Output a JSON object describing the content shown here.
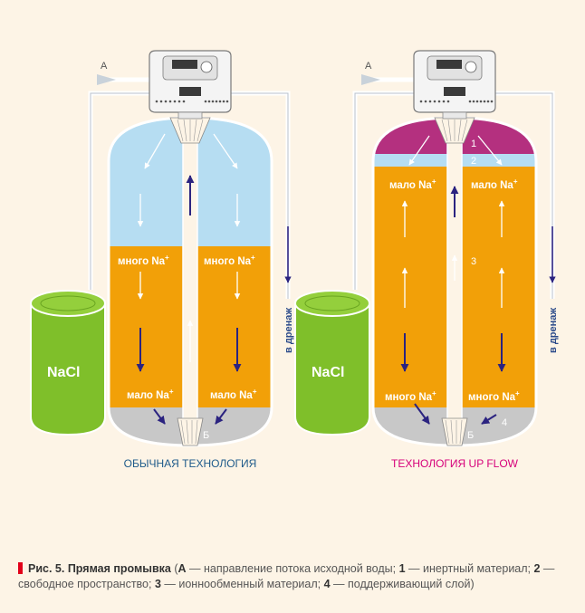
{
  "diagrams": [
    {
      "title": "ОБЫЧНАЯ ТЕХНОЛОГИЯ",
      "inlet_label": "А",
      "drain_label": "в дренаж",
      "tank_label": "NaCl",
      "label_top_left": "много Na",
      "label_top_right": "много Na",
      "label_bottom_left": "мало Na",
      "label_bottom_right": "мало Na",
      "bottom_label": "Б",
      "colors": {
        "top": "#b6ddf2",
        "resin": "#f2a008",
        "support": "#c8c8c8",
        "tank": "#7fbf2a",
        "title": "#1e5a8a"
      }
    },
    {
      "title": "ТЕХНОЛОГИЯ UP FLOW",
      "inlet_label": "А",
      "drain_label": "в дренаж",
      "tank_label": "NaCl",
      "label_top_left": "мало Na",
      "label_top_right": "мало Na",
      "label_bottom_left": "много Na",
      "label_bottom_right": "много Na",
      "bottom_label": "Б",
      "num_1": "1",
      "num_2": "2",
      "num_3": "3",
      "num_4": "4",
      "colors": {
        "top": "#b4307f",
        "resin": "#f2a008",
        "support": "#c8c8c8",
        "tank": "#7fbf2a",
        "title": "#d6007a"
      }
    }
  ],
  "superscript": "+",
  "caption": {
    "label": "Рис. 5. Прямая промывка",
    "open": " (",
    "a": "А",
    "t1": " — направление потока исходной воды; ",
    "n1": "1",
    "t2": " — инертный материал; ",
    "n2": "2",
    "t3": " — свободное пространство; ",
    "n3": "3",
    "t4": " — ионнообменный материал; ",
    "n4": "4",
    "t5": " — поддерживающий слой)"
  }
}
